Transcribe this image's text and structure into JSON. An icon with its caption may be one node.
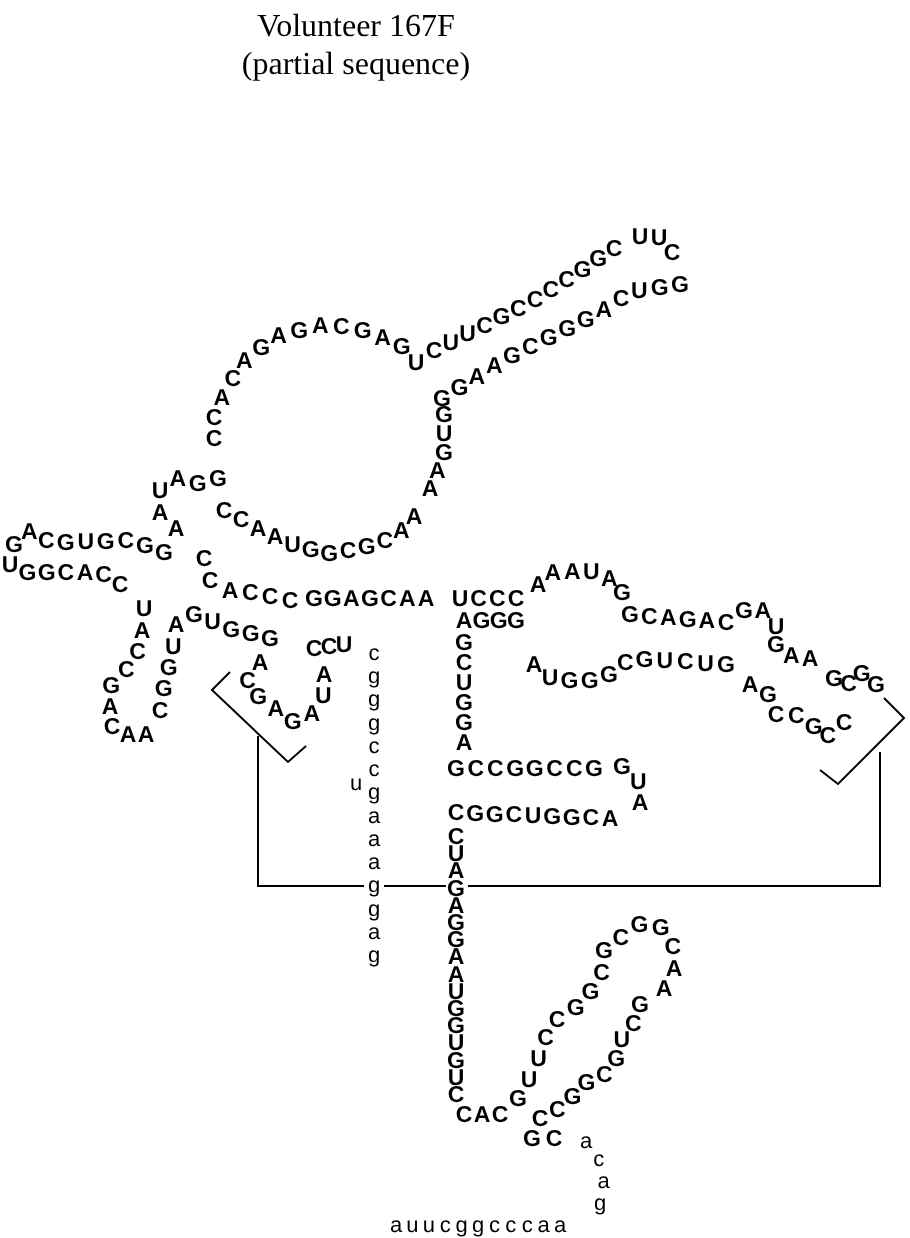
{
  "diagram": {
    "title": "Volunteer 167F (partial sequence)",
    "labels": [
      "UAGG",
      "CCACAGAGACGAGU",
      "CUUCGCCCCGGC",
      "UUC",
      "GGAAGCGGGACUGG",
      "GUGAA",
      "CCAAUGGCGCAA",
      "AA",
      "GACGUGCGG",
      "UGGCACC",
      "CC",
      "ACCC",
      "GGAGCAA",
      "UCCC",
      "AAAUAG",
      "GCAGAC",
      "GAU",
      "GAA",
      "GCGG",
      "CCGCC",
      "AG",
      "AUGGGCGUCUG",
      "AGGG",
      "GCUGGA",
      "GCCGGCCG",
      "GUA",
      "CGGCUGGCA",
      "CUAGAGGAAUGGUGUC",
      "CAC",
      "GUUCCGGCGCGGCAA",
      "CCGGCGUCG",
      "GC",
      "acag",
      "auucggcccaa",
      "cgggccgaaaggag",
      "u",
      "ACGAGAUA",
      "CCU",
      "GUGGG",
      "UACCGA",
      "CAA",
      "AUGGC"
    ]
  }
}
